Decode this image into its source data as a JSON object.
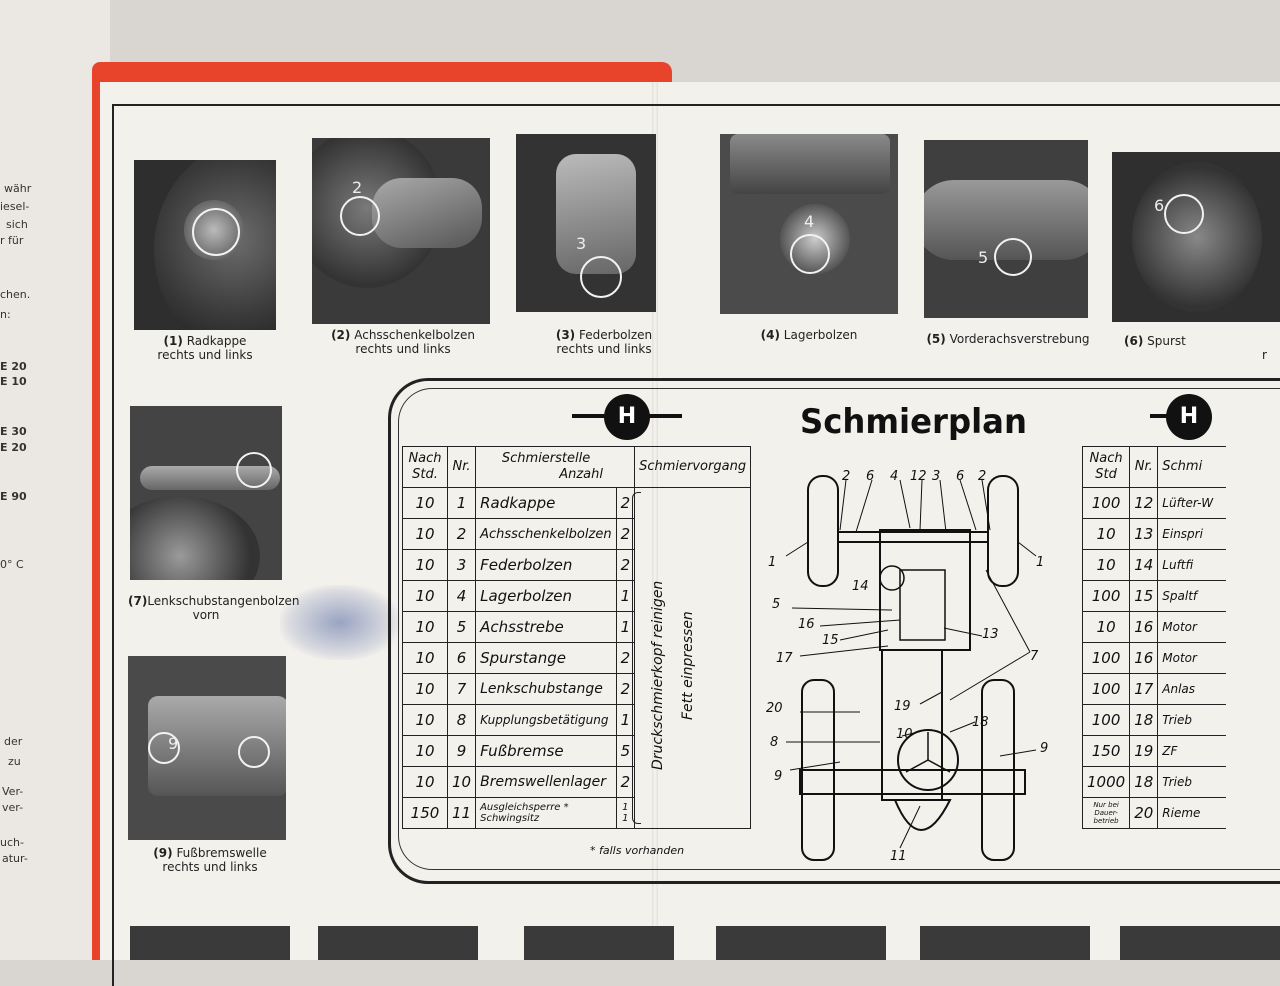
{
  "left_page": {
    "lines": [
      {
        "text": "währ",
        "bold": false
      },
      {
        "text": "iesel-",
        "bold": false
      },
      {
        "text": "sich",
        "bold": false
      },
      {
        "text": "r für",
        "bold": false
      },
      {
        "text": "chen.",
        "bold": false
      },
      {
        "text": "n:",
        "bold": false
      },
      {
        "text": "E 20",
        "bold": true
      },
      {
        "text": "E 10",
        "bold": true
      },
      {
        "text": "E 30",
        "bold": true
      },
      {
        "text": "E 20",
        "bold": true
      },
      {
        "text": "E 90",
        "bold": true
      },
      {
        "text": "0° C",
        "bold": false
      },
      {
        "text": "der",
        "bold": false
      },
      {
        "text": "zu",
        "bold": false
      },
      {
        "text": "Ver-",
        "bold": false
      },
      {
        "text": "ver-",
        "bold": false
      },
      {
        "text": "uch-",
        "bold": false
      },
      {
        "text": "atur-",
        "bold": false
      }
    ]
  },
  "photos": [
    {
      "number": "(1)",
      "label": "Radkappe",
      "sub": "rechts und links",
      "marker": ""
    },
    {
      "number": "(2)",
      "label": "Achsschenkelbolzen",
      "sub": "rechts und links",
      "marker": "2"
    },
    {
      "number": "(3)",
      "label": "Federbolzen",
      "sub": "rechts und links",
      "marker": "3"
    },
    {
      "number": "(4)",
      "label": "Lagerbolzen",
      "sub": "",
      "marker": "4"
    },
    {
      "number": "(5)",
      "label": "Vorderachsverstrebung",
      "sub": "",
      "marker": "5"
    },
    {
      "number": "(6)",
      "label": "Spurst",
      "sub": "r",
      "marker": "6"
    },
    {
      "number": "(7)",
      "label": "Lenkschubstangenbolzen",
      "sub": "vorn",
      "marker": ""
    },
    {
      "number": "(9)",
      "label": "Fußbremswelle",
      "sub": "rechts und links",
      "marker": "9"
    }
  ],
  "schmierplan": {
    "title": "Schmierplan",
    "headers": {
      "nach_std": "Nach\nStd.",
      "nr": "Nr.",
      "schmierstelle": "Schmierstelle",
      "anzahl": "Anzahl",
      "schmiervorgang": "Schmiervorgang"
    },
    "rows": [
      {
        "std": "10",
        "nr": "1",
        "stelle": "Radkappe",
        "anzahl": "2"
      },
      {
        "std": "10",
        "nr": "2",
        "stelle": "Achsschenkelbolzen",
        "anzahl": "2"
      },
      {
        "std": "10",
        "nr": "3",
        "stelle": "Federbolzen",
        "anzahl": "2"
      },
      {
        "std": "10",
        "nr": "4",
        "stelle": "Lagerbolzen",
        "anzahl": "1"
      },
      {
        "std": "10",
        "nr": "5",
        "stelle": "Achsstrebe",
        "anzahl": "1"
      },
      {
        "std": "10",
        "nr": "6",
        "stelle": "Spurstange",
        "anzahl": "2"
      },
      {
        "std": "10",
        "nr": "7",
        "stelle": "Lenkschubstange",
        "anzahl": "2"
      },
      {
        "std": "10",
        "nr": "8",
        "stelle": "Kupplungsbetätigung",
        "anzahl": "1"
      },
      {
        "std": "10",
        "nr": "9",
        "stelle": "Fußbremse",
        "anzahl": "5"
      },
      {
        "std": "10",
        "nr": "10",
        "stelle": "Bremswellenlager",
        "anzahl": "2"
      },
      {
        "std": "150",
        "nr": "11",
        "stelle": "Ausgleichsperre *\nSchwingsitz",
        "anzahl": "1\n1"
      }
    ],
    "vorgang_1": "Druckschmierkopf reinigen",
    "vorgang_2": "Fett einpressen",
    "footnote": "* falls vorhanden"
  },
  "right_table": {
    "headers": {
      "nach_std": "Nach\nStd",
      "nr": "Nr.",
      "schmierstelle": "Schmi"
    },
    "rows": [
      {
        "std": "100",
        "nr": "12",
        "stelle": "Lüfter-W"
      },
      {
        "std": "10",
        "nr": "13",
        "stelle": "Einspri"
      },
      {
        "std": "10",
        "nr": "14",
        "stelle": "Luftfi"
      },
      {
        "std": "100",
        "nr": "15",
        "stelle": "Spaltf"
      },
      {
        "std": "10",
        "nr": "16",
        "stelle": "Motor"
      },
      {
        "std": "100",
        "nr": "16",
        "stelle": "Motor"
      },
      {
        "std": "100",
        "nr": "17",
        "stelle": "Anlas"
      },
      {
        "std": "100",
        "nr": "18",
        "stelle": "Trieb"
      },
      {
        "std": "150",
        "nr": "19",
        "stelle": "ZF"
      },
      {
        "std": "1000",
        "nr": "18",
        "stelle": "Trieb"
      },
      {
        "std": "Nur bei Dauer-betrieb",
        "nr": "20",
        "stelle": "Rieme"
      }
    ]
  },
  "diagram_labels": [
    "1",
    "2",
    "3",
    "4",
    "5",
    "6",
    "7",
    "8",
    "9",
    "10",
    "11",
    "12",
    "13",
    "14",
    "15",
    "16",
    "17",
    "18",
    "19",
    "20"
  ]
}
